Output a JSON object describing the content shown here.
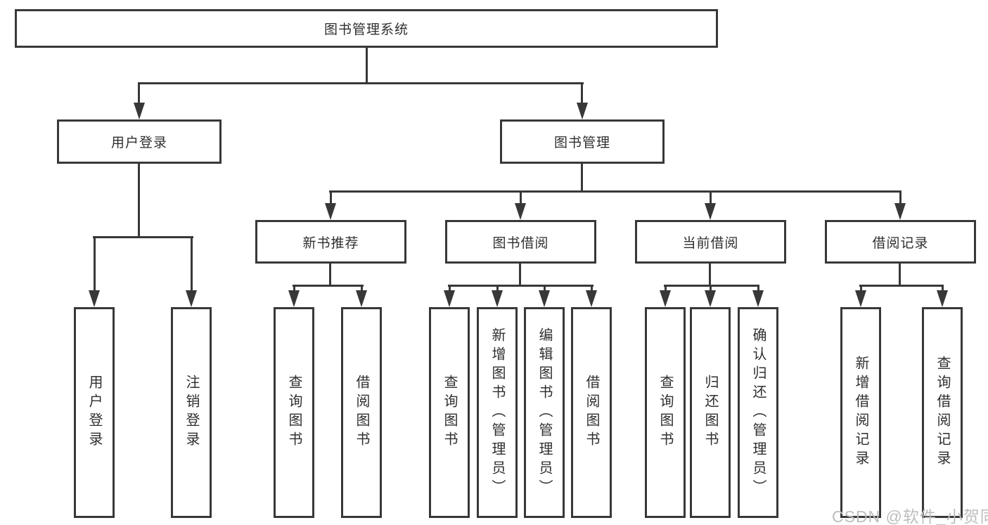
{
  "nodes": {
    "root": "图书管理系统",
    "user_login": "用户登录",
    "book_management": "图书管理",
    "l3": [
      "新书推荐",
      "图书借阅",
      "当前借阅",
      "借阅记录"
    ],
    "login_leaves": [
      "用户登录",
      "注销登录"
    ],
    "recommend_leaves": [
      "查询图书",
      "借阅图书"
    ],
    "borrow_leaves": [
      "查询图书",
      "新增图书（管理员）",
      "编辑图书（管理员）",
      "借阅图书"
    ],
    "current_leaves": [
      "查询图书",
      "归还图书",
      "确认归还（管理员）"
    ],
    "record_leaves": [
      "新增借阅记录",
      "查询借阅记录"
    ]
  },
  "watermark": "CSDN @软件_小贺同学",
  "colors": {
    "line": "#383838",
    "text": "#2f2f2f",
    "watermark": "#bdbdbd",
    "background": "#ffffff"
  }
}
